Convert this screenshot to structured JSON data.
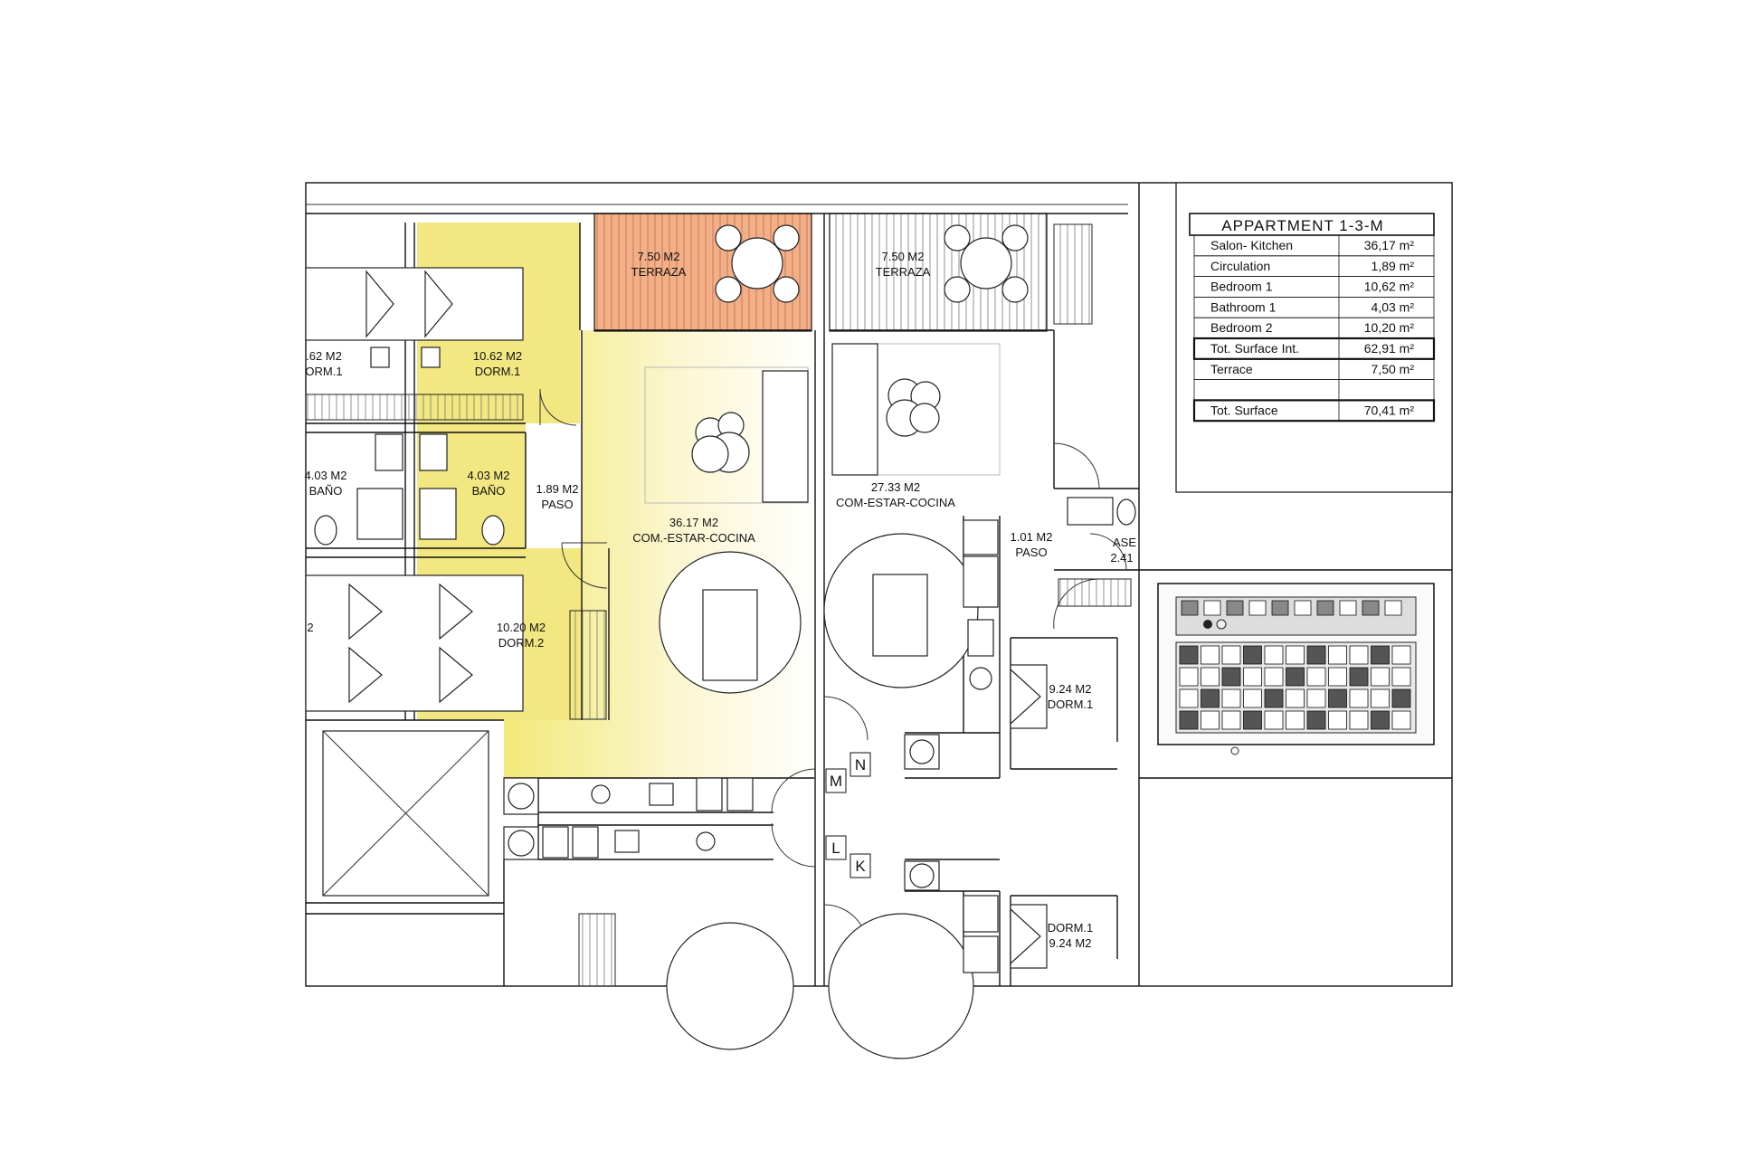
{
  "table": {
    "title": "APPARTMENT 1-3-M",
    "rows": [
      {
        "label": "Salon- Kitchen",
        "value": "36,17 m²",
        "boxed": false
      },
      {
        "label": "Circulation",
        "value": "1,89 m²",
        "boxed": false
      },
      {
        "label": "Bedroom 1",
        "value": "10,62 m²",
        "boxed": false
      },
      {
        "label": "Bathroom 1",
        "value": "4,03 m²",
        "boxed": false
      },
      {
        "label": "Bedroom 2",
        "value": "10,20 m²",
        "boxed": false
      },
      {
        "label": "Tot. Surface Int.",
        "value": "62,91 m²",
        "boxed": true
      },
      {
        "label": "Terrace",
        "value": "7,50 m²",
        "boxed": false
      },
      {
        "label": "",
        "value": "",
        "boxed": false
      },
      {
        "label": "Tot. Surface",
        "value": "70,41 m²",
        "boxed": true
      }
    ]
  },
  "rooms": {
    "dorm1_left_area": ".62 M2",
    "dorm1_left_name": "ORM.1",
    "dorm1_area": "10.62 M2",
    "dorm1_name": "DORM.1",
    "terrace1_area": "7.50 M2",
    "terrace1_name": "TERRAZA",
    "terrace2_area": "7.50 M2",
    "terrace2_name": "TERRAZA",
    "bath_left_area": "4.03 M2",
    "bath_left_name": "BAÑO",
    "bath_area": "4.03 M2",
    "bath_name": "BAÑO",
    "paso_area": "1.89 M2",
    "paso_name": "PASO",
    "living_area": "36.17 M2",
    "living_name": "COM.-ESTAR-COCINA",
    "living2_area": "27.33 M2",
    "living2_name": "COM-ESTAR-COCINA",
    "paso2_area": "1.01 M2",
    "paso2_name": "PASO",
    "aseo_name": "ASE",
    "aseo_area": "2.41",
    "dorm2_area": "10.20 M2",
    "dorm2_name": "DORM.2",
    "dorm2_left_fragment": "2",
    "dorm_r1_area": "9.24 M2",
    "dorm_r1_name": "DORM.1",
    "dorm_r2_name": "DORM.1",
    "dorm_r2_area": "9.24 M2"
  },
  "keys": {
    "m": "M",
    "n": "N",
    "l": "L",
    "k": "K"
  },
  "colors": {
    "highlight": "#f0e36a",
    "terrace": "#f2b089",
    "line": "#111111"
  }
}
